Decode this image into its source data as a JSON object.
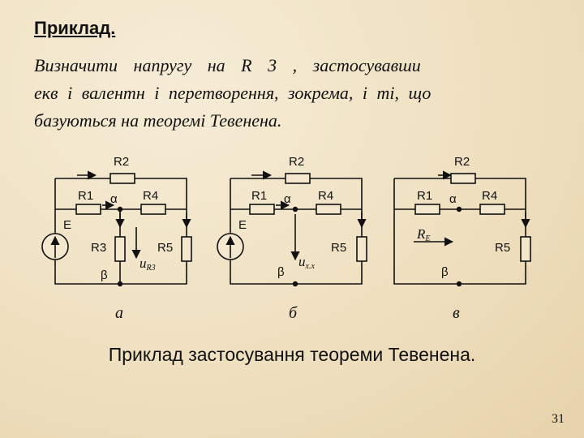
{
  "slide": {
    "title": "Приклад.",
    "task_lines": [
      "Визначити напругу на R 3 , застосувавши",
      "екв і валентн і перетворення, зокрема, і ті, що",
      "базуються на теоремі Тевенена."
    ],
    "caption": "Приклад застосування теореми Тевенена.",
    "page_number": "31"
  },
  "circuits": [
    {
      "letter": "а",
      "labels": {
        "r2": "R2",
        "r1": "R1",
        "alpha": "α",
        "r4": "R4",
        "e": "E",
        "r3": "R3",
        "r5": "R5",
        "beta": "β",
        "u_main": "u",
        "u_sub": "R3"
      }
    },
    {
      "letter": "б",
      "labels": {
        "r2": "R2",
        "r1": "R1",
        "alpha": "α",
        "r4": "R4",
        "e": "E",
        "r5": "R5",
        "beta": "β",
        "u_main": "u",
        "u_sub": "х.х"
      }
    },
    {
      "letter": "в",
      "labels": {
        "r2": "R2",
        "r1": "R1",
        "alpha": "α",
        "r4": "R4",
        "re_main": "R",
        "re_sub": "E",
        "r5": "R5",
        "beta": "β"
      }
    }
  ]
}
